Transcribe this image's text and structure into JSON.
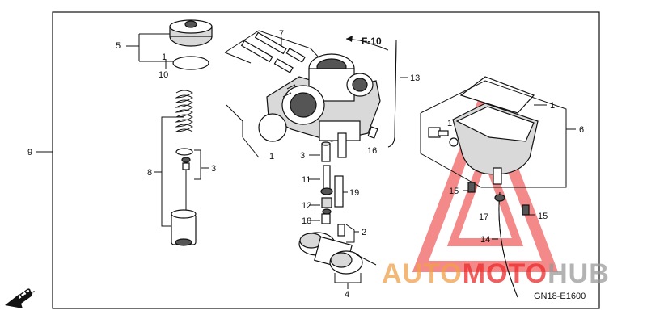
{
  "diagram": {
    "section_code": "F-10",
    "drawing_number": "GN18-E1600",
    "front_label": "FR.",
    "callouts": {
      "c1a": "1",
      "c1b": "1",
      "c1c": "1",
      "c1d": "1",
      "c2": "2",
      "c3a": "3",
      "c3b": "3",
      "c4": "4",
      "c5": "5",
      "c6": "6",
      "c7": "7",
      "c8": "8",
      "c9": "9",
      "c10": "10",
      "c11": "11",
      "c12": "12",
      "c13": "13",
      "c14": "14",
      "c15a": "15",
      "c15b": "15",
      "c16": "16",
      "c17": "17",
      "c18": "18",
      "c19": "19"
    }
  },
  "watermark": {
    "part1": "AUTO",
    "part2": "MOTO",
    "part3": "HUB",
    "colors": {
      "orange": "#f0a04b",
      "red": "#ec2a2a",
      "gray": "#9a9a9a"
    }
  }
}
